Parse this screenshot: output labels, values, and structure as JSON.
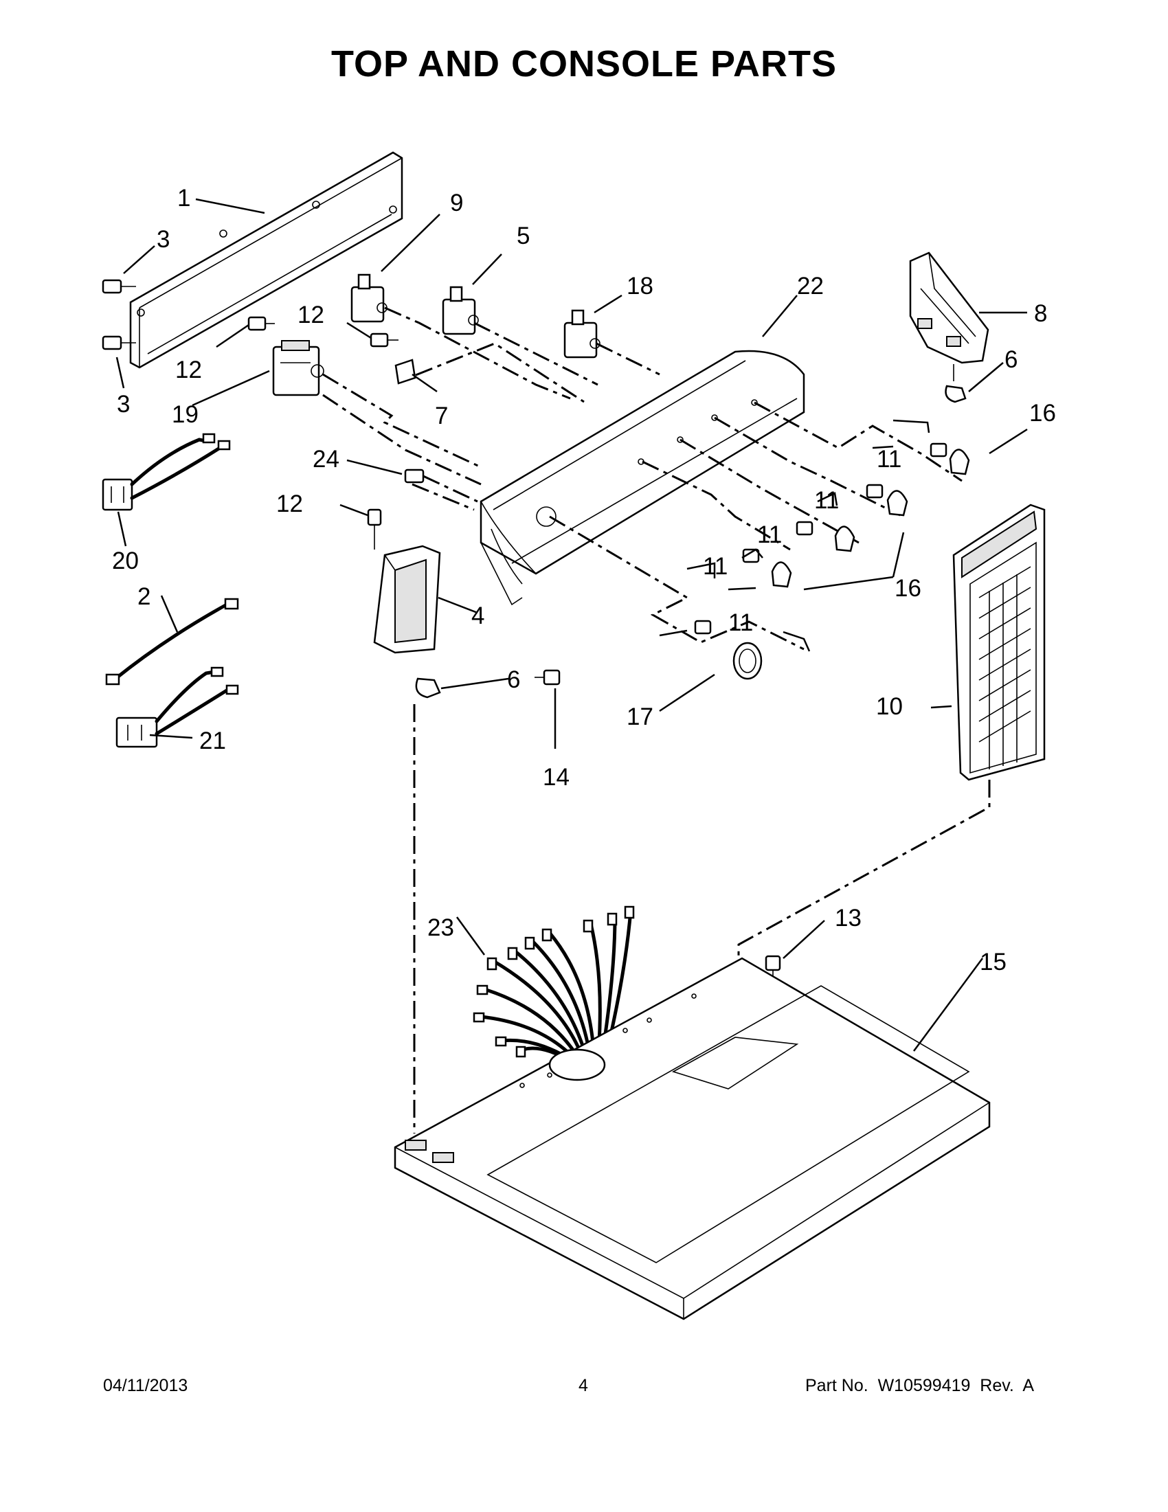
{
  "title": "TOP AND CONSOLE PARTS",
  "callouts": [
    "1",
    "2",
    "3",
    "3",
    "4",
    "5",
    "6",
    "6",
    "7",
    "8",
    "9",
    "10",
    "11",
    "11",
    "11",
    "11",
    "11",
    "12",
    "12",
    "12",
    "13",
    "14",
    "15",
    "16",
    "16",
    "17",
    "18",
    "19",
    "20",
    "21",
    "22",
    "23",
    "24"
  ],
  "footer": {
    "date": "04/11/2013",
    "page": "4",
    "part_number": "Part No.  W10599419  Rev.  A"
  }
}
